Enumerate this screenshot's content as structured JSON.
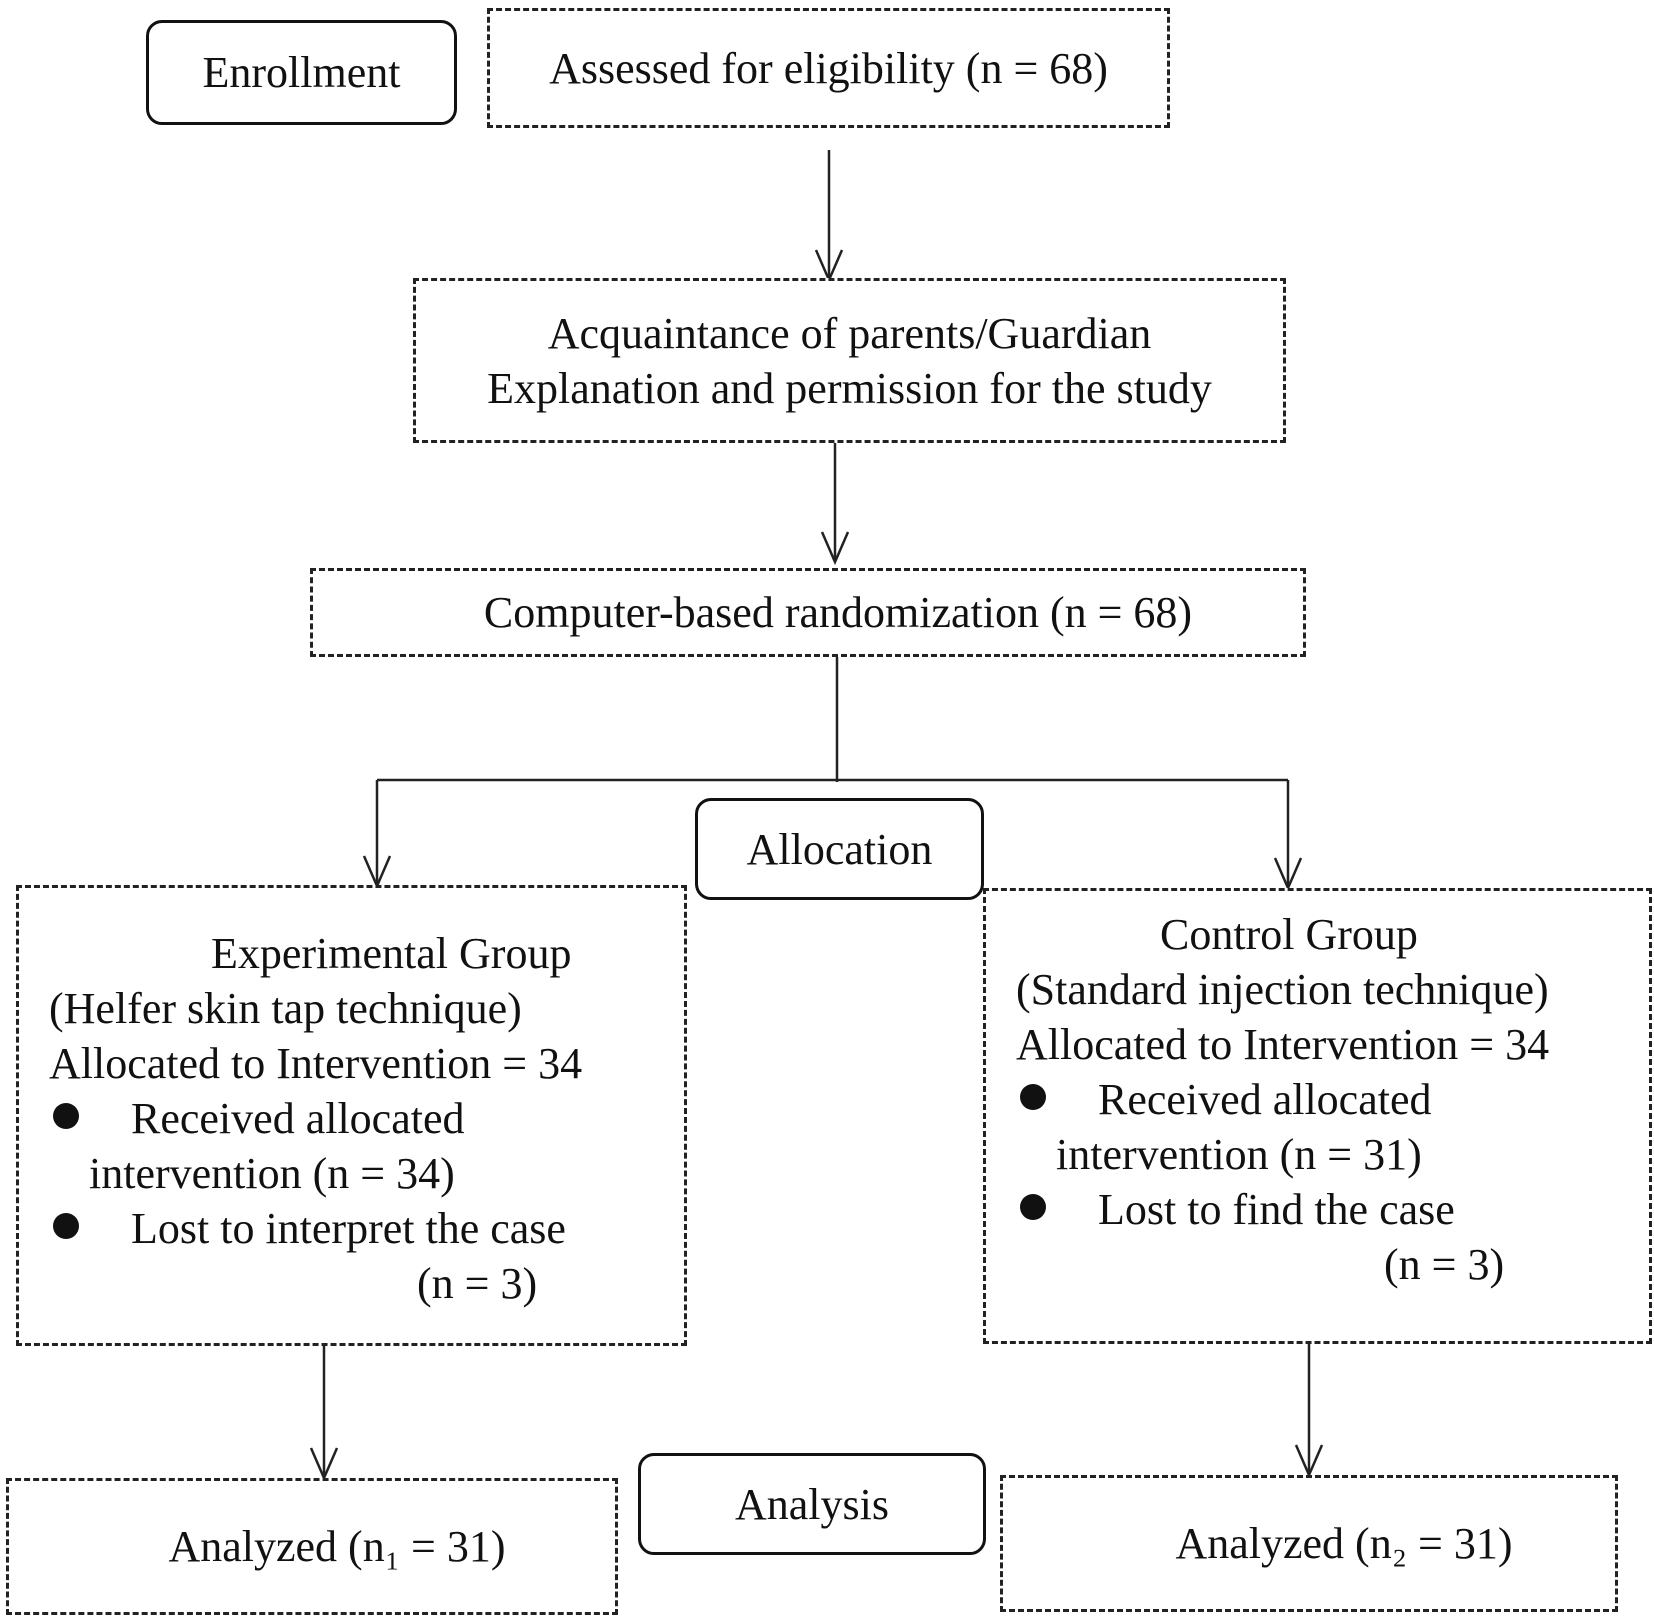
{
  "stages": {
    "enrollment": "Enrollment",
    "allocation": "Allocation",
    "analysis": "Analysis"
  },
  "boxes": {
    "assessed": "Assessed for eligibility (n = 68)",
    "consent_line1": "Acquaintance of parents/Guardian",
    "consent_line2": "Explanation and permission for the study",
    "randomization": "Computer-based randomization (n = 68)",
    "experimental": {
      "title": "Experimental Group",
      "technique": "(Helfer skin tap technique)",
      "allocated": "Allocated to Intervention = 34",
      "received_1": "Received allocated",
      "received_2": "intervention (n = 34)",
      "lost_1": "Lost to interpret the case",
      "lost_2": "(n = 3)"
    },
    "control": {
      "title": "Control Group",
      "technique": "(Standard injection technique)",
      "allocated": "Allocated to Intervention = 34",
      "received_1": "Received allocated",
      "received_2": "intervention (n = 31)",
      "lost_1": "Lost to find the case",
      "lost_2": "(n = 3)"
    },
    "analyzed_left": "Analyzed (n₁ = 31)",
    "analyzed_right": "Analyzed (n₂ = 31)"
  }
}
